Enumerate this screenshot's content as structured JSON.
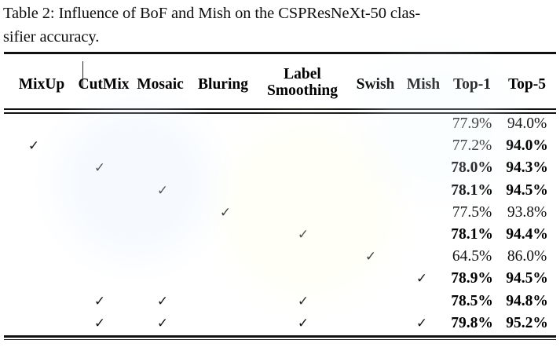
{
  "caption": {
    "line1": "Table 2: Influence of BoF and Mish on the CSPResNeXt-50 clas-",
    "line2": "sifier accuracy."
  },
  "table": {
    "headers": {
      "mixup": "MixUp",
      "cutmix": "CutMix",
      "mosaic": "Mosaic",
      "bluring": "Bluring",
      "label_smoothing_line1": "Label",
      "label_smoothing_line2": "Smoothing",
      "swish": "Swish",
      "mish": "Mish",
      "top1": "Top-1",
      "top5": "Top-5"
    },
    "check_glyph": "✓",
    "rows": [
      {
        "mixup": "",
        "cutmix": "",
        "mosaic": "",
        "bluring": "",
        "label_smoothing": "",
        "swish": "",
        "mish": "",
        "top1": "77.9%",
        "top5": "94.0%",
        "top1_bold": false,
        "top5_bold": false
      },
      {
        "mixup": "✓",
        "cutmix": "",
        "mosaic": "",
        "bluring": "",
        "label_smoothing": "",
        "swish": "",
        "mish": "",
        "top1": "77.2%",
        "top5": "94.0%",
        "top1_bold": false,
        "top5_bold": true
      },
      {
        "mixup": "",
        "cutmix": "✓",
        "mosaic": "",
        "bluring": "",
        "label_smoothing": "",
        "swish": "",
        "mish": "",
        "top1": "78.0%",
        "top5": "94.3%",
        "top1_bold": true,
        "top5_bold": true
      },
      {
        "mixup": "",
        "cutmix": "",
        "mosaic": "✓",
        "bluring": "",
        "label_smoothing": "",
        "swish": "",
        "mish": "",
        "top1": "78.1%",
        "top5": "94.5%",
        "top1_bold": true,
        "top5_bold": true
      },
      {
        "mixup": "",
        "cutmix": "",
        "mosaic": "",
        "bluring": "✓",
        "label_smoothing": "",
        "swish": "",
        "mish": "",
        "top1": "77.5%",
        "top5": "93.8%",
        "top1_bold": false,
        "top5_bold": false
      },
      {
        "mixup": "",
        "cutmix": "",
        "mosaic": "",
        "bluring": "",
        "label_smoothing": "✓",
        "swish": "",
        "mish": "",
        "top1": "78.1%",
        "top5": "94.4%",
        "top1_bold": true,
        "top5_bold": true
      },
      {
        "mixup": "",
        "cutmix": "",
        "mosaic": "",
        "bluring": "",
        "label_smoothing": "",
        "swish": "✓",
        "mish": "",
        "top1": "64.5%",
        "top5": "86.0%",
        "top1_bold": false,
        "top5_bold": false
      },
      {
        "mixup": "",
        "cutmix": "",
        "mosaic": "",
        "bluring": "",
        "label_smoothing": "",
        "swish": "",
        "mish": "✓",
        "top1": "78.9%",
        "top5": "94.5%",
        "top1_bold": true,
        "top5_bold": true
      },
      {
        "mixup": "",
        "cutmix": "✓",
        "mosaic": "✓",
        "bluring": "",
        "label_smoothing": "✓",
        "swish": "",
        "mish": "",
        "top1": "78.5%",
        "top5": "94.8%",
        "top1_bold": true,
        "top5_bold": true
      },
      {
        "mixup": "",
        "cutmix": "✓",
        "mosaic": "✓",
        "bluring": "",
        "label_smoothing": "✓",
        "swish": "",
        "mish": "✓",
        "top1": "79.8%",
        "top5": "95.2%",
        "top1_bold": true,
        "top5_bold": true
      }
    ]
  },
  "colors": {
    "text": "#101010",
    "rule": "#111111",
    "page_background": "#ffffff"
  }
}
